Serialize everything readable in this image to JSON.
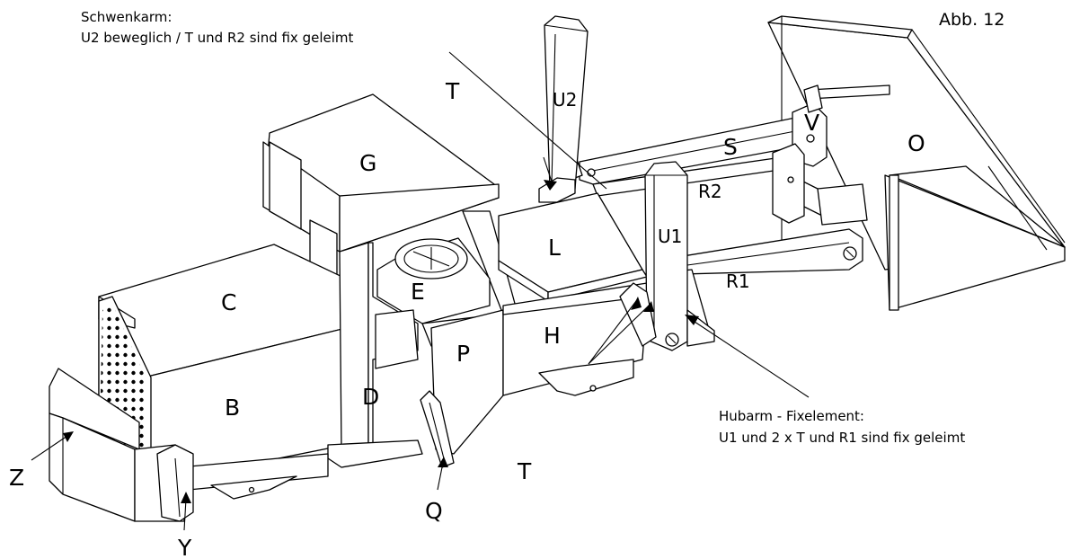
{
  "figure": {
    "label": "Abb. 12"
  },
  "notes": {
    "schwenkarm_title": "Schwenkarm:",
    "schwenkarm_text": "U2 beweglich / T und R2 sind fix geleimt",
    "hubarm_title": "Hubarm - Fixelement:",
    "hubarm_text": "U1 und 2 x T und R1 sind fix geleimt"
  },
  "parts": {
    "B": "B",
    "C": "C",
    "D": "D",
    "E": "E",
    "G": "G",
    "H": "H",
    "L": "L",
    "O": "O",
    "P": "P",
    "Q": "Q",
    "R1": "R1",
    "R2": "R2",
    "S": "S",
    "T_top": "T",
    "T_bottom": "T",
    "U1": "U1",
    "U2": "U2",
    "V": "V",
    "Y": "Y",
    "Z": "Z"
  },
  "colors": {
    "line": "#000000",
    "background": "#ffffff"
  }
}
